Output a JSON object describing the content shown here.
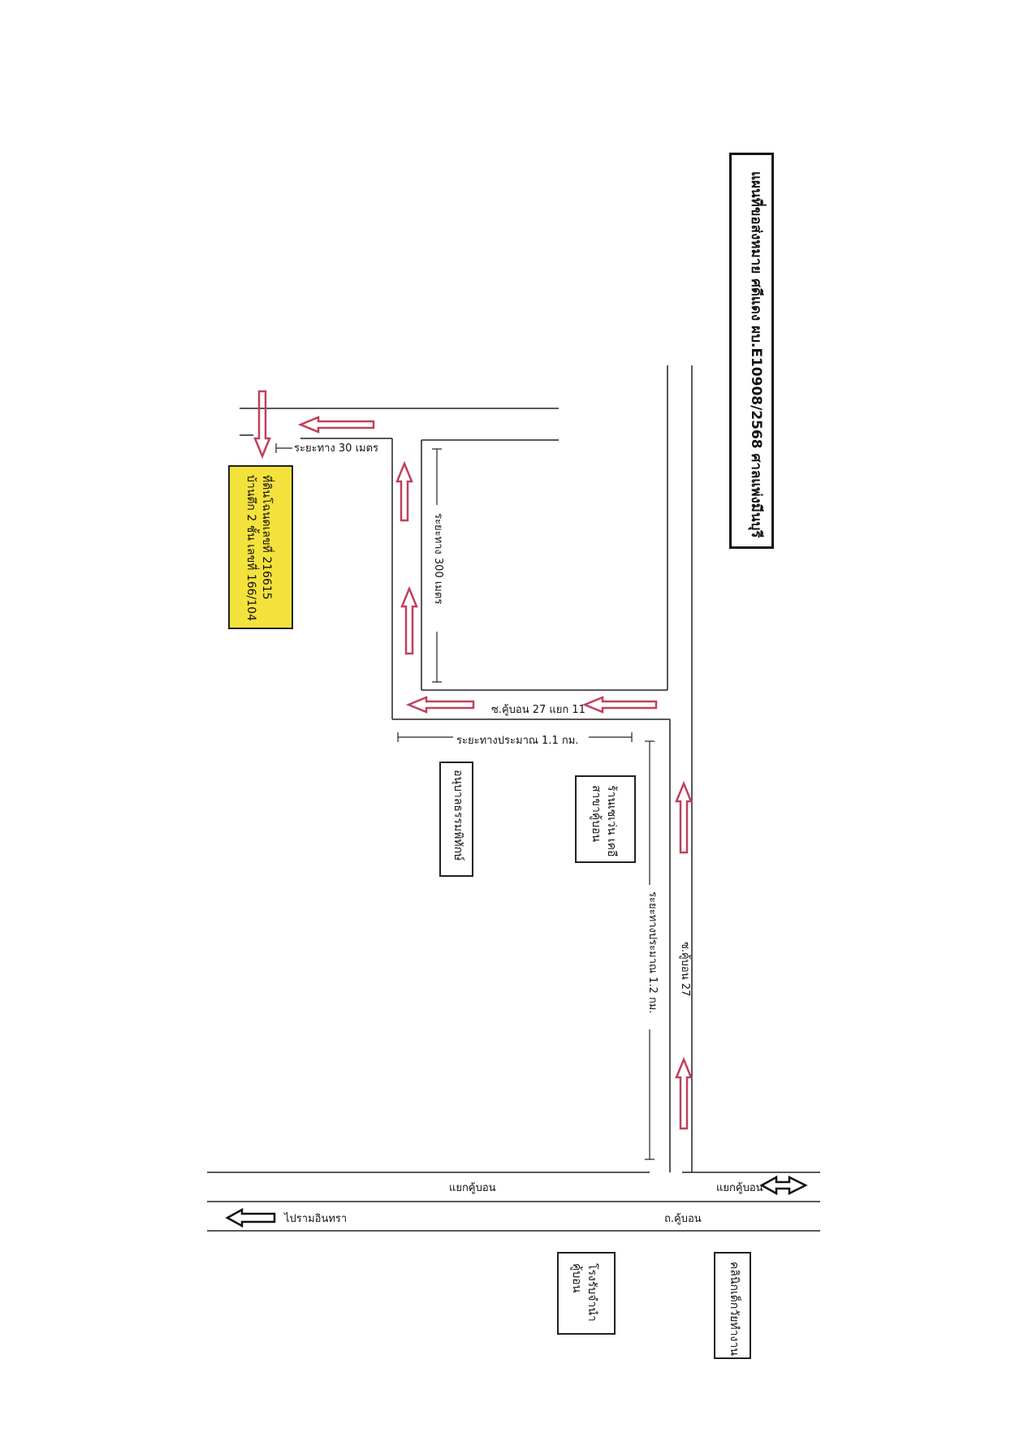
{
  "map": {
    "title": "แผนที่ขอส่งหมาย ศดีแดง ผบ.E10908/2568 ศาลแพ่งมีนบุรี",
    "target": {
      "line1": "ที่ดินโฉนดเลขที่ 216615",
      "line2": "บ้านตึก 2 ชั้น เลขที่ 166/104",
      "color": "#f4e23c"
    },
    "road_labels": {
      "soi_27": "ซ.คู้บอน 27",
      "soi_27_11": "ซ.คู้บอน 27 แยก 11",
      "khubon_road": "ถ.คู้บอน",
      "to_ramintra": "ไปรามอินทรา",
      "to_khubon_junction_right": "แยกคู้บอน",
      "to_khubon_junction_left": "แยกคู้บอน"
    },
    "distances": {
      "d_30m": "ระยะทาง 30 เมตร",
      "d_300m": "ระยะทาง 300 เมตร",
      "d_1_1km": "ระยะทางประมาณ 1.1 กม.",
      "d_1_2km": "ระยะทางประมาณ 1.2 กม."
    },
    "landmarks": {
      "seven_eleven": [
        "ร้านเซเว่น เคอี",
        "สาขาคู้บอน"
      ],
      "kindergarten": "อนุบาลธรรมพิทักษ์",
      "khubon_factory": [
        "โรงรับจำนำ",
        "คู้บอน"
      ],
      "clinic": "คลินิกเด็กวัยทำงาน"
    },
    "colors": {
      "route_arrow": "#c0405a",
      "road_line": "#222222"
    }
  }
}
